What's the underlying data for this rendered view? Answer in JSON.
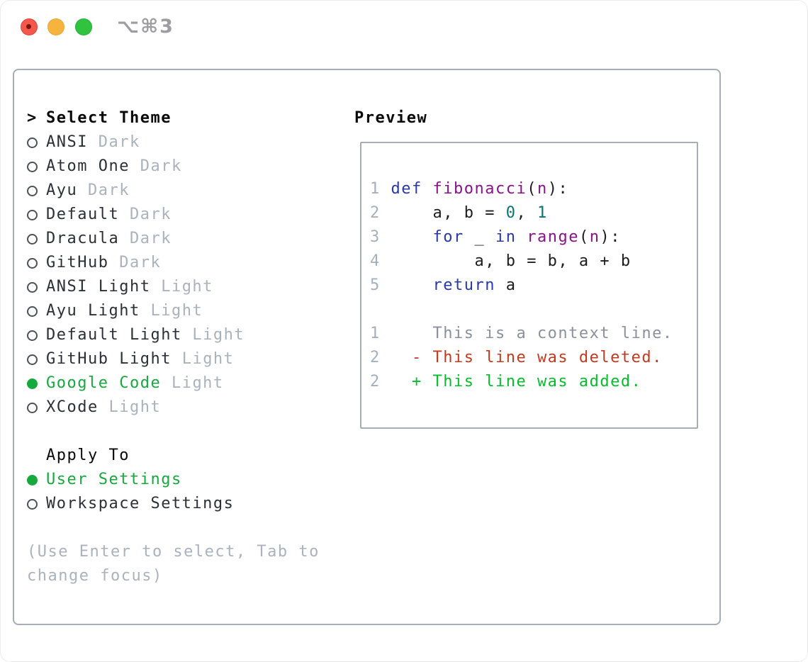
{
  "window": {
    "shortcut": "⌥⌘3",
    "traffic_lights": [
      "close",
      "minimize",
      "zoom"
    ]
  },
  "theme_picker": {
    "title_marker": ">",
    "title": "Select Theme",
    "items": [
      {
        "name": "ANSI",
        "variant": "Dark",
        "selected": false
      },
      {
        "name": "Atom One",
        "variant": "Dark",
        "selected": false
      },
      {
        "name": "Ayu",
        "variant": "Dark",
        "selected": false
      },
      {
        "name": "Default",
        "variant": "Dark",
        "selected": false
      },
      {
        "name": "Dracula",
        "variant": "Dark",
        "selected": false
      },
      {
        "name": "GitHub",
        "variant": "Dark",
        "selected": false
      },
      {
        "name": "ANSI Light",
        "variant": "Light",
        "selected": false
      },
      {
        "name": "Ayu Light",
        "variant": "Light",
        "selected": false
      },
      {
        "name": "Default Light",
        "variant": "Light",
        "selected": false
      },
      {
        "name": "GitHub Light",
        "variant": "Light",
        "selected": false
      },
      {
        "name": "Google Code",
        "variant": "Light",
        "selected": true
      },
      {
        "name": "XCode",
        "variant": "Light",
        "selected": false
      }
    ]
  },
  "apply_to": {
    "title": "Apply To",
    "options": [
      {
        "label": "User Settings",
        "selected": true
      },
      {
        "label": "Workspace Settings",
        "selected": false
      }
    ]
  },
  "help_lines": [
    "(Use Enter to select, Tab to",
    "change focus)"
  ],
  "preview": {
    "title": "Preview",
    "lines": [
      [
        [
          "1 ",
          "ln"
        ],
        [
          "def",
          "kw"
        ],
        [
          " ",
          "p"
        ],
        [
          "fibonacci",
          "fn"
        ],
        [
          "(",
          "p"
        ],
        [
          "n",
          "fn"
        ],
        [
          "):",
          "p"
        ]
      ],
      [
        [
          "2",
          "ln"
        ],
        [
          "     ",
          "p"
        ],
        [
          "a, b = ",
          "p"
        ],
        [
          "0",
          "num"
        ],
        [
          ", ",
          "p"
        ],
        [
          "1",
          "num"
        ]
      ],
      [
        [
          "3",
          "ln"
        ],
        [
          "     ",
          "p"
        ],
        [
          "for",
          "kw"
        ],
        [
          " _ ",
          "p"
        ],
        [
          "in",
          "kw"
        ],
        [
          " ",
          "p"
        ],
        [
          "range",
          "fn"
        ],
        [
          "(",
          "p"
        ],
        [
          "n",
          "fn"
        ],
        [
          "):",
          "p"
        ]
      ],
      [
        [
          "4",
          "ln"
        ],
        [
          "         ",
          "p"
        ],
        [
          "a, b = b, a + b",
          "p"
        ]
      ],
      [
        [
          "5",
          "ln"
        ],
        [
          "     ",
          "p"
        ],
        [
          "return",
          "kw"
        ],
        [
          " ",
          "p"
        ],
        [
          "a",
          "p"
        ]
      ],
      [],
      [
        [
          "1",
          "ln"
        ],
        [
          "     ",
          "p"
        ],
        [
          "This is a context line.",
          "ctx"
        ]
      ],
      [
        [
          "2",
          "ln"
        ],
        [
          "   ",
          "p"
        ],
        [
          "- This line was deleted.",
          "del"
        ]
      ],
      [
        [
          "2",
          "ln"
        ],
        [
          "   ",
          "p"
        ],
        [
          "+ This line was added.",
          "add"
        ]
      ]
    ]
  },
  "colors": {
    "text_primary": "#2b3037",
    "text_title": "#0a0a0a",
    "text_muted": "#a9b2bd",
    "accent_green": "#17a93e",
    "diff_red": "#c43a1f",
    "diff_green": "#06bd2b",
    "code_keyword": "#2838ae",
    "code_function": "#8a128a",
    "code_number": "#077474",
    "code_plain": "#1d1d1f",
    "line_number": "#a5b0bd",
    "context_gray": "#8b919b",
    "border_gray": "#a6adb7",
    "radio_outline": "#4c525a",
    "titlebar_shortcut": "#9d9da1",
    "traffic_red": "#f4584c",
    "traffic_red_dot": "#7a150e",
    "traffic_yellow": "#f6b43e",
    "traffic_green": "#2fc340"
  }
}
